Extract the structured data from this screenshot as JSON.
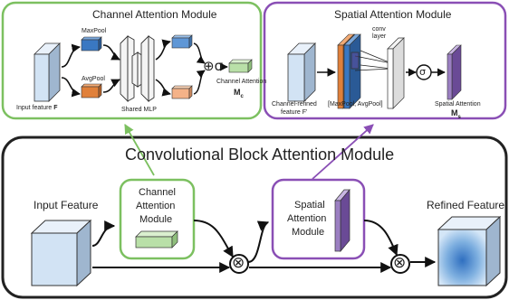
{
  "channel_module": {
    "title": "Channel Attention Module",
    "maxpool_label": "MaxPool",
    "avgpool_label": "AvgPool",
    "input_label_text": "Input feature",
    "input_label_sym": "F",
    "mlp_label": "Shared MLP",
    "attention_label": "Channel Attention",
    "attention_sym": "M",
    "attention_sub": "c",
    "ops_glyph": "⊕σ"
  },
  "spatial_module": {
    "title": "Spatial Attention Module",
    "refined_label_line1": "Channel-refined",
    "refined_label_line2": "feature F'",
    "pool_label": "[MaxPool, AvgPool]",
    "conv_label_line1": "conv",
    "conv_label_line2": "layer",
    "attention_label": "Spatial Attention",
    "attention_sym": "M",
    "attention_sub": "s",
    "ops_glyph": "σ"
  },
  "cbam": {
    "title": "Convolutional Block Attention Module",
    "input_feature": "Input Feature",
    "channel_box_line1": "Channel",
    "channel_box_line2": "Attention",
    "channel_box_line3": "Module",
    "spatial_box_line1": "Spatial",
    "spatial_box_line2": "Attention",
    "spatial_box_line3": "Module",
    "refined_feature": "Refined Feature",
    "multiply_glyph": "⊗"
  },
  "colors": {
    "channel_border": "#7cc060",
    "spatial_border": "#8a4fb5",
    "cbam_border": "#222222",
    "feature_blue": "#d2e3f4",
    "feature_blue_side": "#9fb6cf",
    "feature_blue_top": "#e9f1fa",
    "maxpool": "#3a78c2",
    "avgpool": "#e0803a",
    "channel_attention": "#b9e0a8",
    "spatial_attention": "#9b7fc2"
  }
}
